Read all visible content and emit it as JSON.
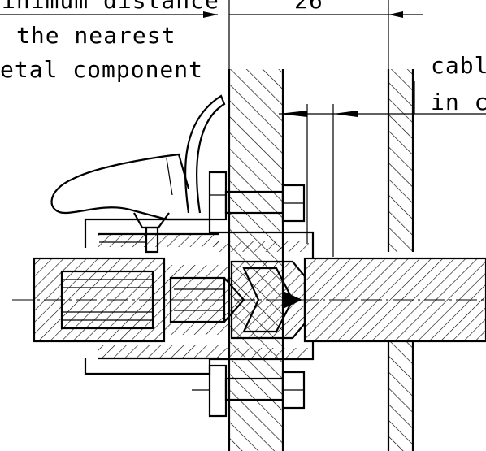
{
  "annotations": {
    "left_label_line1": "inimum distance",
    "left_label_line2": "the nearest",
    "left_label_line3": "etal component",
    "dimension_value": "26",
    "right_label_line1": "cabl",
    "right_label_line2": "in co"
  }
}
